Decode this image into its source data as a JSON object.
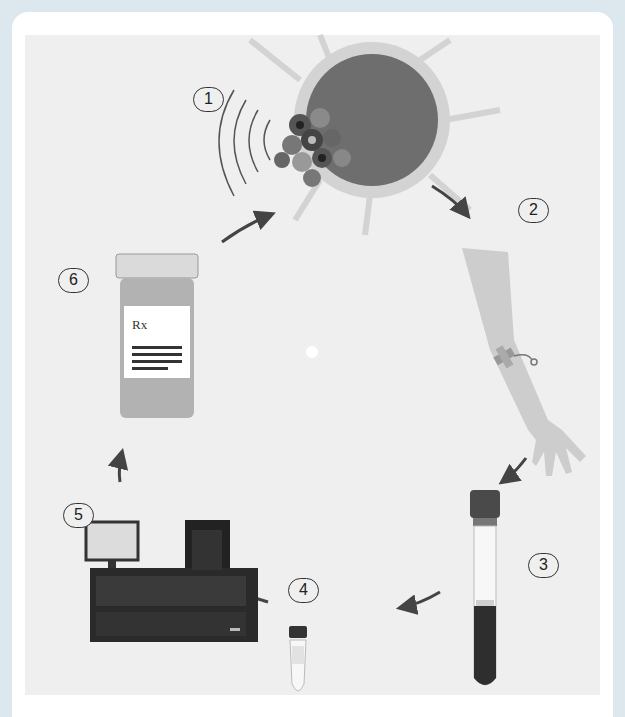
{
  "diagram": {
    "labels": [
      "1",
      "2",
      "3",
      "4",
      "5",
      "6",
      "Rx"
    ]
  }
}
